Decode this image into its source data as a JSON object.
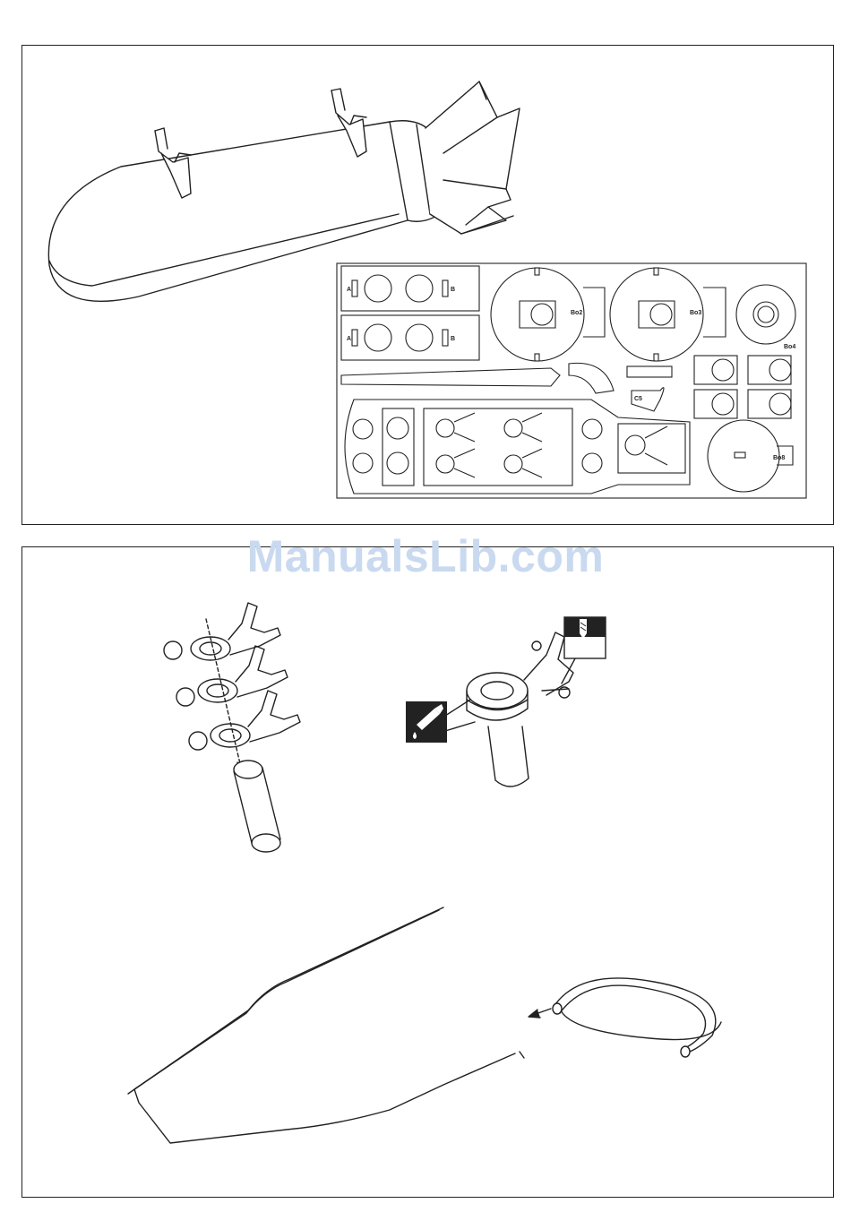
{
  "watermark": "ManualsLib.com",
  "fret_labels": {
    "part_a_1": "A",
    "part_b_1": "B",
    "part_a_2": "A",
    "part_b_2": "B",
    "disc_2": "Bo2",
    "disc_3": "Bo3",
    "disc_4": "Bo4",
    "hook": "C5",
    "disc_large": "Bo8"
  },
  "icons": {
    "glue": "glue-bottle-icon",
    "drill": "drill-icon"
  }
}
